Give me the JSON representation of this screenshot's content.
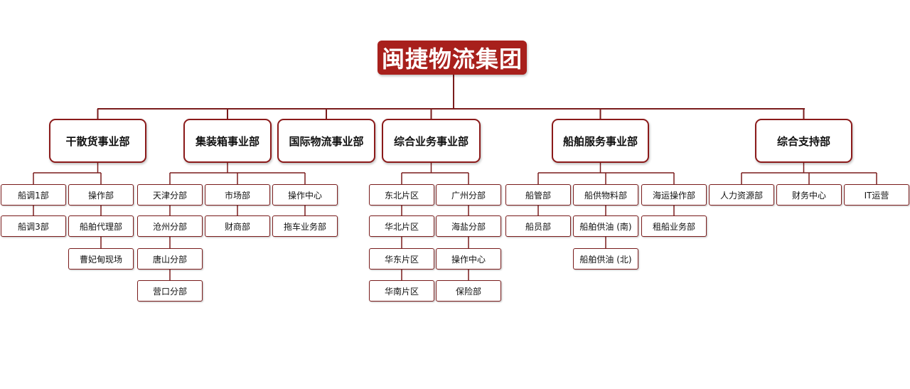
{
  "colors": {
    "accent": "#a8201c",
    "border": "#8b1a1a",
    "line": "#7a1c1c"
  },
  "root": "闽捷物流集团",
  "divisions": [
    {
      "name": "干散货事业部",
      "columns": [
        [
          "船调1部",
          "船调3部"
        ],
        [
          "操作部",
          "船舶代理部",
          "曹妃甸现场"
        ]
      ]
    },
    {
      "name": "集装箱事业部",
      "columns": [
        [
          "天津分部",
          "沧州分部",
          "唐山分部",
          "营口分部"
        ],
        [
          "市场部",
          "财商部"
        ],
        [
          "操作中心",
          "拖车业务部"
        ]
      ]
    },
    {
      "name": "国际物流事业部",
      "columns": []
    },
    {
      "name": "综合业务事业部",
      "columns": [
        [
          "东北片区",
          "华北片区",
          "华东片区",
          "华南片区"
        ],
        [
          "广州分部",
          "海盐分部",
          "操作中心",
          "保险部"
        ]
      ]
    },
    {
      "name": "船舶服务事业部",
      "columns": [
        [
          "船管部",
          "船员部"
        ],
        [
          "船供物料部",
          "船舶供油 (南)",
          "船舶供油 (北)"
        ],
        [
          "海运操作部",
          "租船业务部"
        ]
      ]
    },
    {
      "name": "综合支持部",
      "columns": [
        [
          "人力资源部"
        ],
        [
          "财务中心"
        ],
        [
          "IT运营"
        ]
      ]
    }
  ]
}
